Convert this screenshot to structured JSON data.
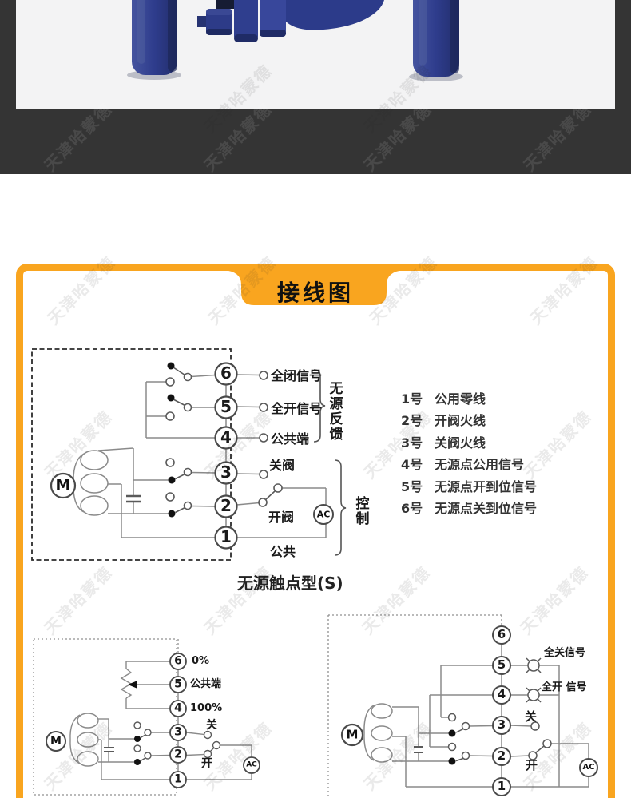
{
  "watermark": {
    "text": "天津哈蒙德"
  },
  "colors": {
    "accent_orange": "#F9A51F",
    "band_dark": "#343434",
    "photo_bg": "#F3F3F4",
    "valve_blue": "#2E3C8C"
  },
  "wiring": {
    "title": "接线图",
    "caption": "无源触点型(S)",
    "main": {
      "motor": "M",
      "ac": "AC",
      "terminals": [
        "6",
        "5",
        "4",
        "3",
        "2",
        "1"
      ],
      "labels": {
        "t6": "全闭信号",
        "t5": "全开信号",
        "t4": "公共端",
        "t3": "关阀",
        "t2": "开阀",
        "t1": "公共",
        "group_feedback": "无源反馈",
        "group_control": "控制"
      }
    },
    "legend": {
      "items": [
        {
          "no": "1号",
          "label": "公用零线"
        },
        {
          "no": "2号",
          "label": "开阀火线"
        },
        {
          "no": "3号",
          "label": "关阀火线"
        },
        {
          "no": "4号",
          "label": "无源点公用信号"
        },
        {
          "no": "5号",
          "label": "无源点开到位信号"
        },
        {
          "no": "6号",
          "label": "无源点关到位信号"
        }
      ]
    },
    "pot": {
      "motor": "M",
      "ac": "AC",
      "terminals": [
        "6",
        "5",
        "4",
        "3",
        "2",
        "1"
      ],
      "labels": {
        "t6": "0%",
        "t5": "公共端",
        "t4": "100%",
        "t3": "关",
        "t2": "开"
      }
    },
    "lamp": {
      "motor": "M",
      "ac": "AC",
      "terminals": [
        "6",
        "5",
        "4",
        "3",
        "2",
        "1"
      ],
      "labels": {
        "t5": "全关信号",
        "t4": "全开 信号",
        "t3": "关",
        "t2": "开"
      }
    }
  }
}
